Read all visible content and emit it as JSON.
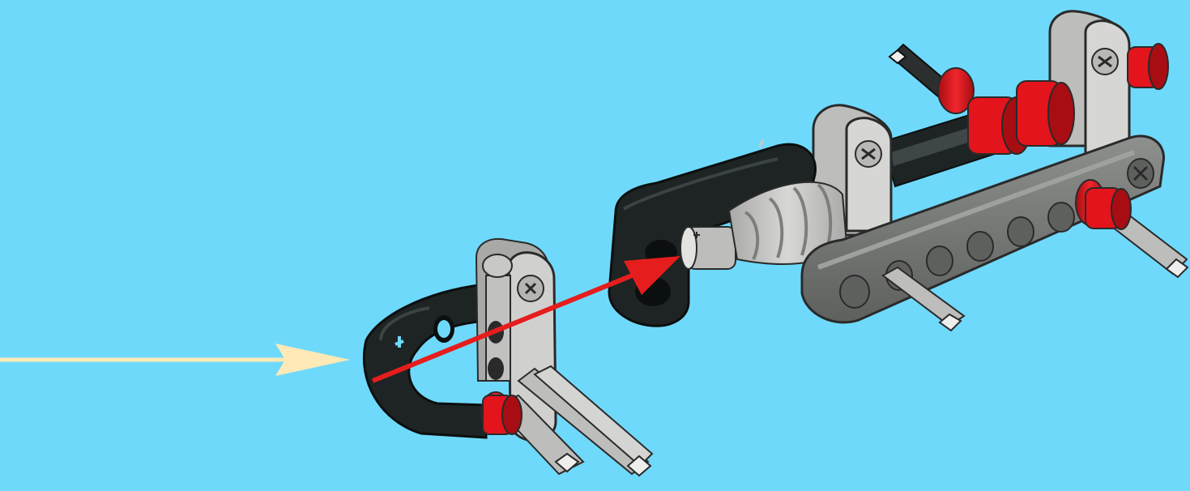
{
  "scene": {
    "background_color": "#6fd9fb",
    "pointer_arrow_color": "#ffe9b6",
    "insert_arrow_color": "#e51d1d",
    "colors": {
      "black_part": "#1e2424",
      "black_part_edge": "#0c0f0f",
      "light_gray_part": "#c8c8c6",
      "light_gray_shadow": "#9a9b99",
      "dark_gray_beam": "#7b7d7b",
      "dark_gray_beam_top": "#8e908e",
      "red_bush": "#e3141c",
      "red_bush_dark": "#a70d12",
      "axle_gray": "#bdbdbb"
    },
    "parts": [
      "liftarm-black-bent",
      "liftarm-light-gray-vertical",
      "axle-light-gray",
      "red-bush",
      "black-beam",
      "worm-gear",
      "dark-gray-beam",
      "red-bush",
      "axle-black"
    ]
  }
}
